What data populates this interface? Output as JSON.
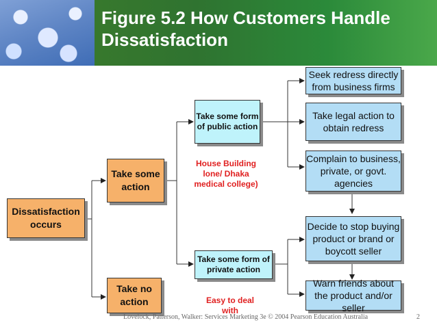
{
  "title": "Figure 5.2 How Customers Handle Dissatisfaction",
  "colors": {
    "start_box": "#f6b16a",
    "public_action_box": "#bff3fb",
    "outcome_box": "#b3ddf5",
    "note_text": "#e02020"
  },
  "nodes": {
    "dissatisfaction": "Dissatisfaction occurs",
    "take_some_action": "Take some action",
    "take_no_action": "Take no action",
    "public_action": "Take some form of public action",
    "private_action": "Take some form of private action",
    "seek_redress": "Seek redress directly from business firms",
    "legal_action": "Take legal action to obtain redress",
    "complain": "Complain to business, private, or govt. agencies",
    "stop_buying": "Decide to stop buying product or brand or boycott seller",
    "warn_friends": "Warn friends about the product and/or seller"
  },
  "notes": {
    "example_public": "House Building lone/ Dhaka medical college)",
    "example_private": "Easy to deal with"
  },
  "footer": {
    "credit": "Lovelock, Patterson, Walker: Services Marketing 3e © 2004 Pearson Education Australia",
    "slide_number": "2"
  }
}
